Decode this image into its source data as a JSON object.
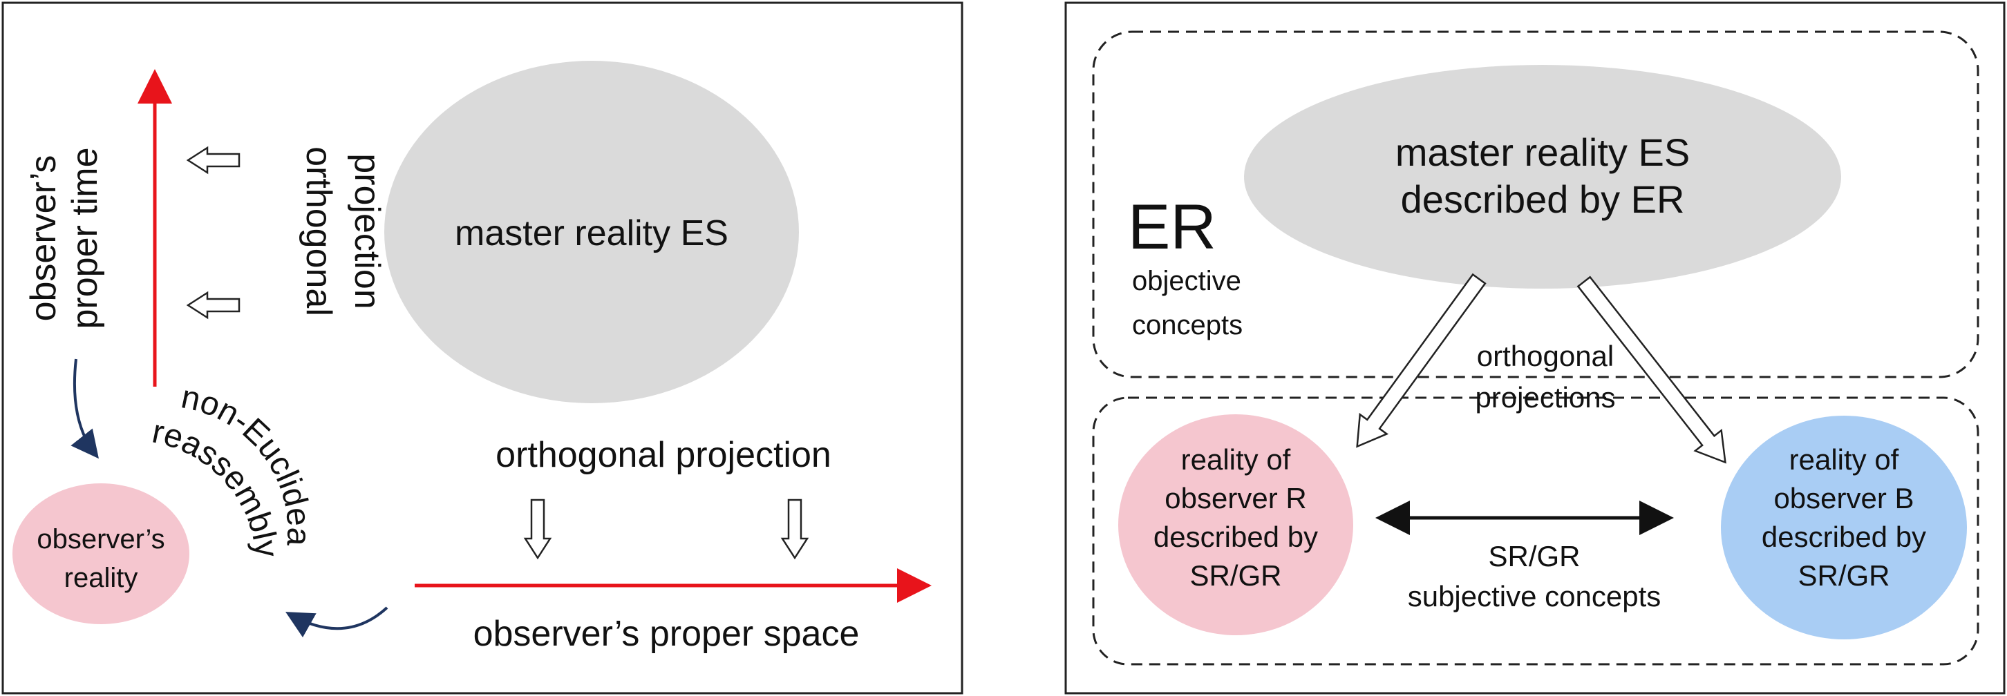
{
  "colors": {
    "ellipse_gray": "#dadada",
    "ellipse_pink": "#f5c6cf",
    "ellipse_blue": "#a9cdf4",
    "axis_red": "#e8141b",
    "curve_navy": "#1f3560",
    "frame": "#222222"
  },
  "left_panel": {
    "master_label": "master reality ES",
    "time_axis_label_1": "observer’s",
    "time_axis_label_2": "proper time",
    "vertical_projection_1": "orthogonal",
    "vertical_projection_2": "projection",
    "horizontal_projection": "orthogonal projection",
    "space_axis_label": "observer’s proper space",
    "reassembly_1": "non-Euclidean",
    "reassembly_2": "reassembly",
    "observer_reality_1": "observer’s",
    "observer_reality_2": "reality"
  },
  "right_panel": {
    "er_title": "ER",
    "er_sub_1": "objective",
    "er_sub_2": "concepts",
    "master_line_1": "master reality ES",
    "master_line_2": "described by ER",
    "projections_1": "orthogonal",
    "projections_2": "projections",
    "observer_r": [
      "reality of",
      "observer R",
      "described by",
      "SR/GR"
    ],
    "observer_b": [
      "reality of",
      "observer B",
      "described by",
      "SR/GR"
    ],
    "srgr_label": "SR/GR",
    "subjective_label": "subjective concepts"
  }
}
